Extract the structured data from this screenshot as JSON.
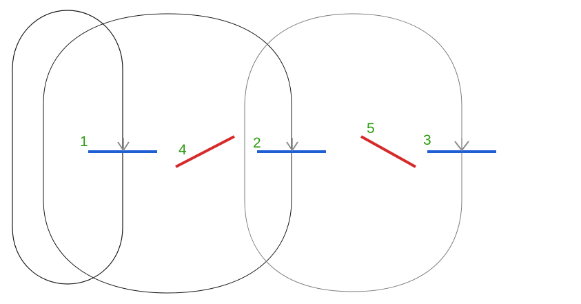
{
  "diagram": {
    "colors": {
      "loop_dark": "#1a1a1a",
      "loop_light": "#7a7a7a",
      "arrow": "#8c8c8c",
      "horizontal_segment": "#1f5fd6",
      "diagonal_segment": "#d62a2a",
      "label": "#2e9b12"
    },
    "labels": {
      "one": "1",
      "two": "2",
      "three": "3",
      "four": "4",
      "five": "5"
    },
    "icons": {
      "crossing_arrow": "chevron-down-icon"
    }
  }
}
